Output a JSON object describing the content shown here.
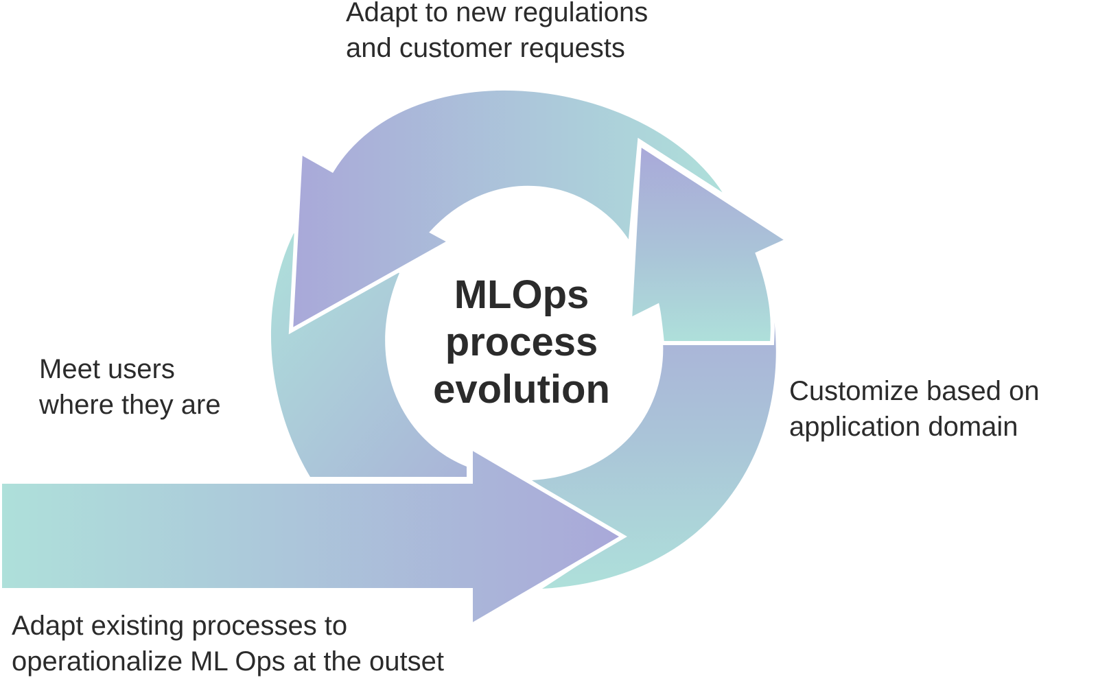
{
  "center_title": {
    "lines": [
      "MLOps",
      "process",
      "evolution"
    ]
  },
  "labels": {
    "top": {
      "lines": [
        "Adapt to new regulations",
        "and customer requests"
      ]
    },
    "left": {
      "lines": [
        "Meet users",
        "where they are"
      ]
    },
    "right": {
      "lines": [
        "Customize based on",
        "application domain"
      ]
    },
    "bottom": {
      "lines": [
        "Adapt existing processes to",
        "operationalize ML Ops at the outset"
      ]
    }
  },
  "colors": {
    "teal": "#aee0da",
    "blue": "#aac4d8",
    "lavender": "#a9a8d9",
    "text": "#2b2b2b",
    "outline": "#ffffff"
  }
}
